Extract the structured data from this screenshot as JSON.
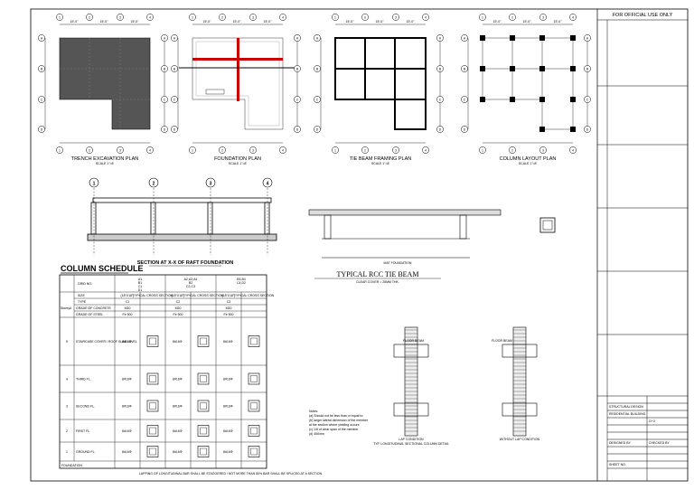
{
  "official_use": "FOR OFFICIAL USE ONLY",
  "plans": [
    {
      "title": "TRENCH EXCAVATION PLAN",
      "scale": "SCALE 1\"=8'"
    },
    {
      "title": "FOUNDATION PLAN",
      "scale": "SCALE 1\"=8'"
    },
    {
      "title": "TIE BEAM FRAMING PLAN",
      "scale": "SCALE 1\"=8'"
    },
    {
      "title": "COLUMN LAYOUT PLAN",
      "scale": "SCALE 1\"=8'"
    }
  ],
  "grid_numbers": [
    "1",
    "2",
    "3",
    "4"
  ],
  "grid_letters": [
    "A",
    "B",
    "C",
    "D"
  ],
  "dim_label": "15'-0\"",
  "raft_section": {
    "title": "SECTION AT X-X OF RAFT FOUNDATION",
    "markers": [
      "1",
      "2",
      "3",
      "4"
    ]
  },
  "tie_beam": {
    "title": "TYPICAL RCC TIE BEAM",
    "subtitle": "CLEAR COVER = 25MM THK.",
    "raft_label": "MAT FOUNDATION"
  },
  "column_schedule": {
    "title": "COLUMN SCHEDULE",
    "grid_label": "GRID NO.",
    "size_label": "SIZE",
    "type_label": "TYPE",
    "grade_concrete": "GRADE OF CONCRETE",
    "grade_steel": "GRADE OF STEEL",
    "storey_label": "Storey#",
    "groups": [
      {
        "grids": "A1 / B1 / C1 / D1",
        "size": "(18\"X18\")",
        "type": "C1",
        "concrete": "M20",
        "steel": "Fe 500"
      },
      {
        "grids": "A2,A3,A4 / B2 / C2,C3",
        "size": "(18\"X18\")",
        "type": "C2",
        "concrete": "M20",
        "steel": "Fe 500"
      },
      {
        "grids": "B3,B4 / C4,D2",
        "size": "(18\"X18\")",
        "type": "C3",
        "concrete": "M20",
        "steel": "Fe 500"
      }
    ],
    "sub_headers": [
      "LONGITUDINAL",
      "TYPICAL CROSS SECTION"
    ],
    "rows": [
      {
        "storey": "5",
        "name": "STAIRCASE COVER / ROOF SLAB LEVEL"
      },
      {
        "storey": "4",
        "name": "THIRD FL."
      },
      {
        "storey": "3",
        "name": "SECOND FL."
      },
      {
        "storey": "2",
        "name": "FIRST FL."
      },
      {
        "storey": "1",
        "name": "GROUND FL."
      }
    ],
    "foundation_label": "FOUNDATION",
    "bar_label": "8#16Φ",
    "footnote": "LAPPING OF LONGITUDINAL BAR SHALL BE STAGGERED / NOT MORE THAN 50% BAR SHALL BE SPLICED AT A SECTION"
  },
  "column_details": {
    "left_title": "LAP CONDITION",
    "left_sub": "TYP. LONGITUDINAL SECTIONAL COLUMN DETAIL",
    "right_title": "WITHOUT LAP CONDITION",
    "floor_beam": "FLOOR BEAM",
    "notes_title": "Notes:",
    "notes": [
      "(a) Should not be less than or equal to:",
      "(b) larger lateral dimension of the member",
      "    at the section where yielding occurs",
      "(c) 1/6 of clear span of the member",
      "(d) 450mm"
    ]
  },
  "title_block": {
    "rows": [
      "STRUCTURAL DESIGN",
      "RESIDENTIAL BUILDING",
      "G+3",
      "DESIGNED BY",
      "CHECKED BY",
      "SHEET NO."
    ]
  }
}
